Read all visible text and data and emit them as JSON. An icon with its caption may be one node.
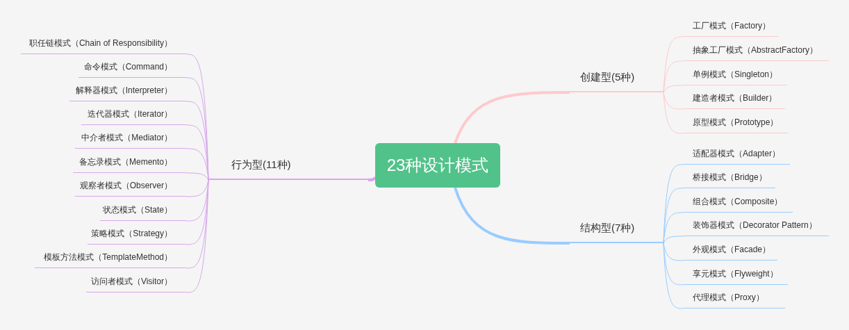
{
  "diagram": {
    "nodes": [
      {
        "text": [
          "23种设计模式"
        ]
      },
      {
        "text": [
          "创建型(5种)"
        ]
      },
      {
        "text": [
          "工厂模式（Factory）"
        ]
      },
      {
        "text": [
          "抽象工厂模式（AbstractFactory）"
        ]
      },
      {
        "text": [
          "单例模式（Singleton）"
        ]
      },
      {
        "text": [
          "建造者模式（Builder）"
        ]
      },
      {
        "text": [
          "原型模式（Prototype）"
        ]
      },
      {
        "text": [
          "结构型(7种)"
        ]
      },
      {
        "text": [
          "适配器模式（Adapter）"
        ]
      },
      {
        "text": [
          "桥接模式（Bridge）"
        ]
      },
      {
        "text": [
          "组合模式（Composite）"
        ]
      },
      {
        "text": [
          "装饰器模式（Decorator Pattern）"
        ]
      },
      {
        "text": [
          "外观模式（Facade）"
        ]
      },
      {
        "text": [
          "享元模式（Flyweight）"
        ]
      },
      {
        "text": [
          "代理模式（Proxy）"
        ]
      },
      {
        "text": [
          "行为型(11种)"
        ]
      },
      {
        "text": [
          "职任链模式（Chain of Responsibility）"
        ]
      },
      {
        "text": [
          "命令模式（Command）"
        ]
      },
      {
        "text": [
          "解释器模式（Interpreter）"
        ]
      },
      {
        "text": [
          "迭代器模式（Iterator）"
        ]
      },
      {
        "text": [
          "中介者模式（Mediator）"
        ]
      },
      {
        "text": [
          "备忘录模式（Memento）"
        ]
      },
      {
        "text": [
          "观察者模式（Observer）"
        ]
      },
      {
        "text": [
          "状态模式（State）"
        ]
      },
      {
        "text": [
          "策略模式（Strategy）"
        ]
      },
      {
        "text": [
          "模板方法模式（TemplateMethod）"
        ]
      },
      {
        "text": [
          "访问者模式（Visitor）"
        ]
      }
    ],
    "edges": [
      {
        "from": 0,
        "to": 1,
        "arrow": "none",
        "style": "thick",
        "color": "#ffc9cc"
      },
      {
        "from": 1,
        "to": 2,
        "arrow": "none",
        "color": "#ffc9cc"
      },
      {
        "from": 1,
        "to": 3,
        "arrow": "none",
        "color": "#ffc9cc"
      },
      {
        "from": 1,
        "to": 4,
        "arrow": "none",
        "color": "#ffc9cc"
      },
      {
        "from": 1,
        "to": 5,
        "arrow": "none",
        "color": "#ffc9cc"
      },
      {
        "from": 1,
        "to": 6,
        "arrow": "none",
        "color": "#ffc9cc"
      },
      {
        "from": 0,
        "to": 7,
        "arrow": "none",
        "style": "thick",
        "color": "#99ccff"
      },
      {
        "from": 7,
        "to": 8,
        "arrow": "none",
        "color": "#99ccff"
      },
      {
        "from": 7,
        "to": 9,
        "arrow": "none",
        "color": "#99ccff"
      },
      {
        "from": 7,
        "to": 10,
        "arrow": "none",
        "color": "#99ccff"
      },
      {
        "from": 7,
        "to": 11,
        "arrow": "none",
        "color": "#99ccff"
      },
      {
        "from": 7,
        "to": 12,
        "arrow": "none",
        "color": "#99ccff"
      },
      {
        "from": 7,
        "to": 13,
        "arrow": "none",
        "color": "#99ccff"
      },
      {
        "from": 7,
        "to": 14,
        "arrow": "none",
        "color": "#99ccff"
      },
      {
        "from": 0,
        "to": 15,
        "arrow": "none",
        "style": "thick"
      },
      {
        "from": 15,
        "to": 16,
        "arrow": "none"
      },
      {
        "from": 15,
        "to": 17,
        "arrow": "none"
      },
      {
        "from": 15,
        "to": 18,
        "arrow": "none"
      },
      {
        "from": 15,
        "to": 19,
        "arrow": "none"
      },
      {
        "from": 15,
        "to": 20,
        "arrow": "none"
      },
      {
        "from": 15,
        "to": 21,
        "arrow": "none"
      },
      {
        "from": 15,
        "to": 22,
        "arrow": "none"
      },
      {
        "from": 15,
        "to": 23,
        "arrow": "none"
      },
      {
        "from": 15,
        "to": 24,
        "arrow": "none"
      },
      {
        "from": 15,
        "to": 25,
        "arrow": "none"
      },
      {
        "from": 15,
        "to": 26,
        "arrow": "none"
      }
    ]
  }
}
